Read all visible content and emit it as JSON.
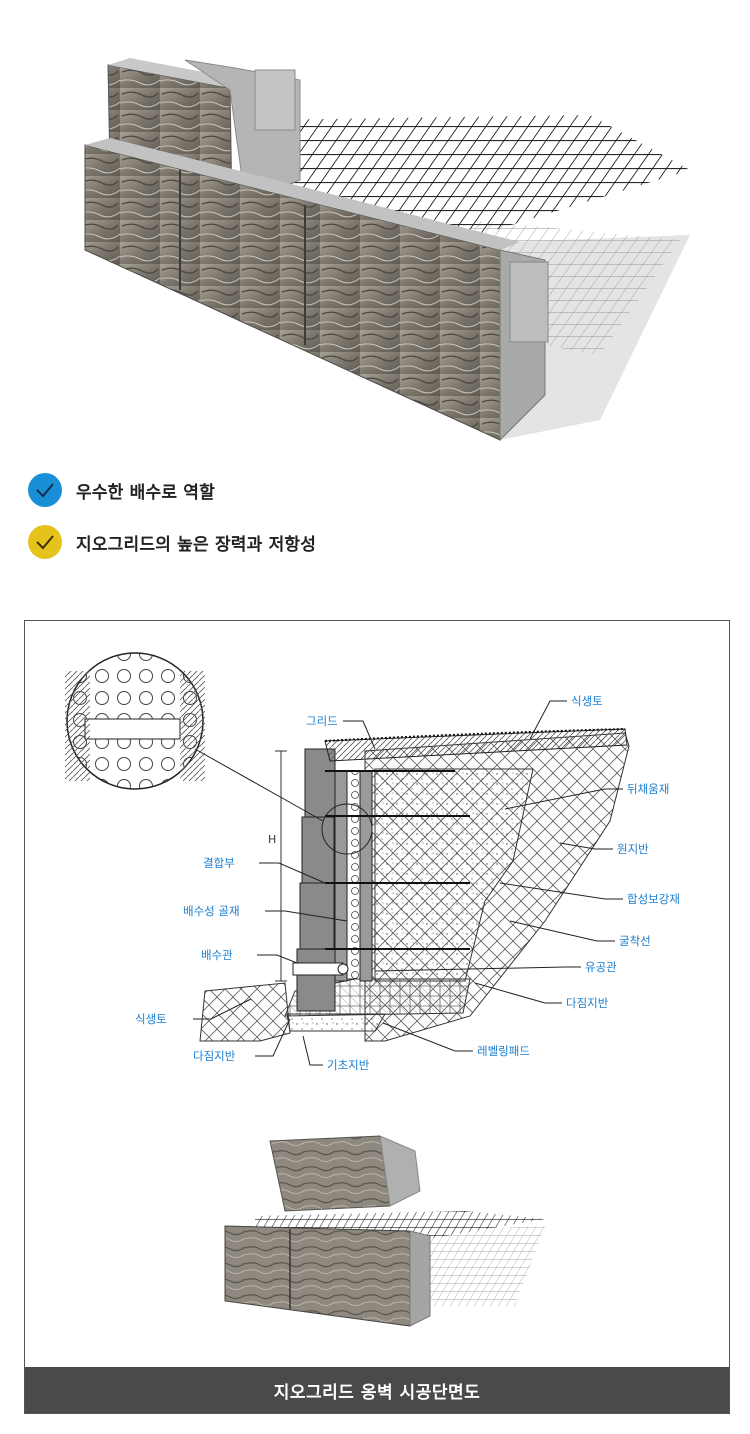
{
  "features": [
    {
      "label": "우수한 배수로 역할",
      "color": "#1a8fd8"
    },
    {
      "label": "지오그리드의 높은 장력과 저항성",
      "color": "#e5c31a"
    }
  ],
  "diagram": {
    "height_marker": "H",
    "callouts": {
      "grid": "그리드",
      "topsoil_top": "식생토",
      "backfill": "뒤채움재",
      "native_ground": "원지반",
      "coupling": "결합부",
      "drain_aggregate": "배수성 골재",
      "reinforcement": "합성보강재",
      "excavation_line": "굴착선",
      "drain_pipe": "배수관",
      "perforated_pipe": "유공관",
      "compacted_right": "다짐지반",
      "topsoil_left": "식생토",
      "compacted_left": "다짐지반",
      "foundation": "기초지반",
      "leveling_pad": "레벨링패드"
    }
  },
  "footer": {
    "title": "지오그리드 옹벽 시공단면도"
  },
  "colors": {
    "accent_text": "#1b7fd0",
    "footer_bg": "#4a4a4a"
  }
}
